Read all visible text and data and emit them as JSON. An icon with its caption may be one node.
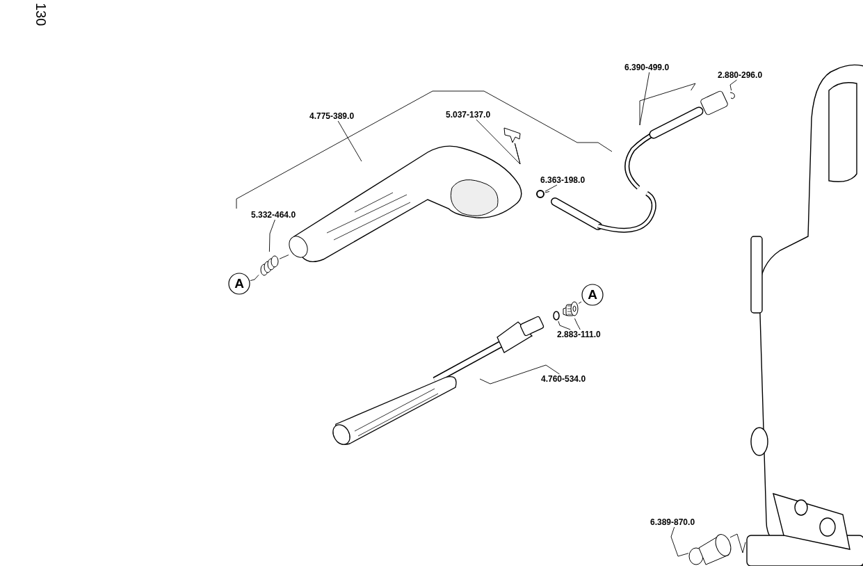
{
  "diagram": {
    "nodes": [
      {
        "text": [
          "4.775-389.0"
        ]
      },
      {
        "text": [],
        "shape": "picture"
      },
      {
        "text": [
          "5.037-137.0"
        ]
      },
      {
        "text": [],
        "shape": "picture"
      },
      {
        "text": [
          "5.332-464.0"
        ]
      },
      {
        "text": [],
        "shape": "picture"
      },
      {
        "text": [
          "6.363-198.0"
        ]
      },
      {
        "text": [],
        "shape": "circle"
      },
      {
        "text": [
          "6.390-499.0"
        ]
      },
      {
        "text": [],
        "shape": "picture"
      },
      {
        "text": [
          "2.880-296.0"
        ]
      },
      {
        "text": [],
        "shape": "picture"
      },
      {
        "text": [
          "A"
        ]
      },
      {
        "text": [
          "A"
        ]
      },
      {
        "text": [
          "2.883-111.0"
        ]
      },
      {
        "text": [],
        "shape": "circle"
      },
      {
        "text": [],
        "shape": "picture"
      },
      {
        "text": [
          "4.760-534.0"
        ]
      },
      {
        "text": [],
        "shape": "picture"
      },
      {
        "text": [
          "6.389-870.0"
        ]
      },
      {
        "text": [],
        "shape": "picture"
      },
      {
        "text": [],
        "shape": "picture"
      }
    ],
    "edges": [
      {
        "from": 0,
        "to": 1,
        "arrow": "none"
      },
      {
        "from": 2,
        "to": 3,
        "arrow": "none"
      },
      {
        "from": 3,
        "to": 1,
        "arrow": "none"
      },
      {
        "from": 4,
        "to": 5,
        "arrow": "none"
      },
      {
        "from": 5,
        "to": 1,
        "arrow": "none"
      },
      {
        "from": 12,
        "to": 5,
        "arrow": "none"
      },
      {
        "from": 6,
        "to": 7,
        "arrow": "none"
      },
      {
        "from": 7,
        "to": 9,
        "arrow": "none"
      },
      {
        "from": 8,
        "to": 9,
        "arrow": "none"
      },
      {
        "from": 10,
        "to": 11,
        "arrow": "none"
      },
      {
        "from": 13,
        "to": 16,
        "arrow": "none"
      },
      {
        "from": 14,
        "to": 15,
        "arrow": "none"
      },
      {
        "from": 14,
        "to": 16,
        "arrow": "none"
      },
      {
        "from": 17,
        "to": 18,
        "arrow": "none"
      },
      {
        "from": 19,
        "to": 20,
        "arrow": "none"
      },
      {
        "from": 20,
        "to": 21,
        "arrow": "none"
      }
    ],
    "labels": [
      "130"
    ]
  }
}
